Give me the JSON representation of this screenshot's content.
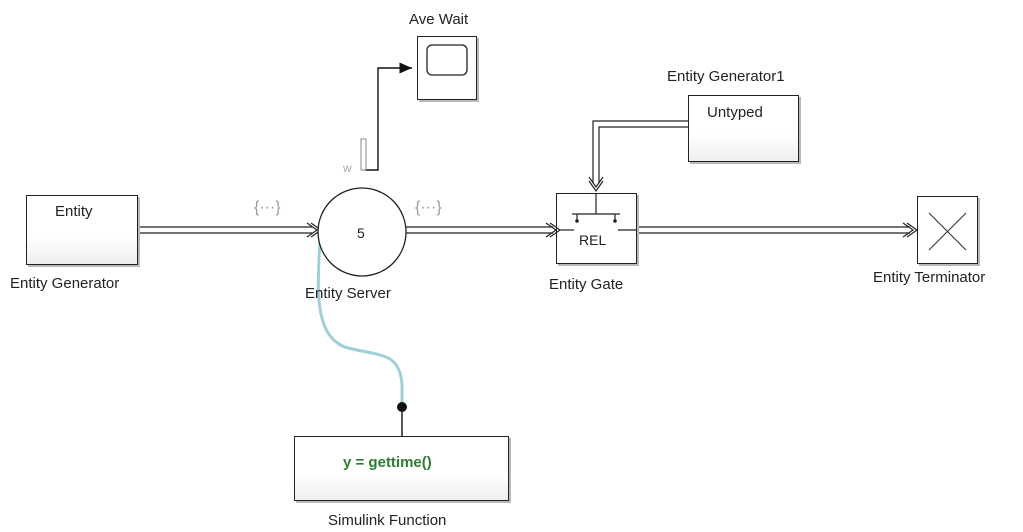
{
  "blocks": {
    "entity_generator": {
      "content": "Entity",
      "label": "Entity Generator"
    },
    "entity_server": {
      "content": "5",
      "label": "Entity Server",
      "port_label": "w"
    },
    "ave_wait": {
      "label": "Ave Wait"
    },
    "entity_generator1": {
      "content": "Untyped",
      "label": "Entity Generator1"
    },
    "entity_gate": {
      "content": "REL",
      "label": "Entity Gate"
    },
    "entity_terminator": {
      "label": "Entity Terminator"
    },
    "simulink_function": {
      "content": "y = gettime()",
      "label": "Simulink Function"
    }
  },
  "signals": {
    "attr_label_left": "{···}",
    "attr_label_right": "{···}"
  },
  "colors": {
    "function_link": "#9fd0d8",
    "function_text": "#2e7d32",
    "attr_label": "#9a9a9a"
  }
}
